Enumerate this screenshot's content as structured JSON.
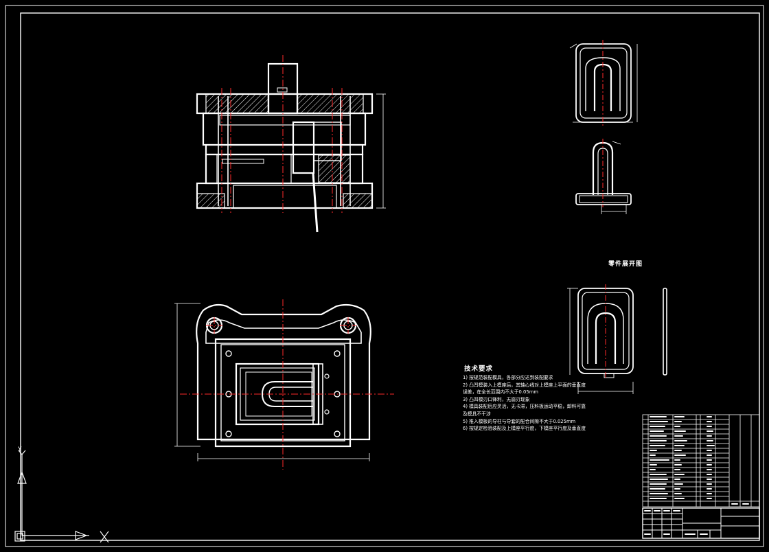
{
  "drawing": {
    "background": "#000000",
    "line_color": "#ffffff",
    "centerline_color": "#ff2a2a",
    "hatch_color": "#ffffff"
  },
  "technical_requirements": {
    "title": "技术要求",
    "items": [
      "1) 按规范装配模具，各部分应达到装配要求",
      "2) 凸凹模装入上模座后，其轴心线对上模座上平面的垂直度",
      "   误差，在全长范围内不大于0.05mm",
      "3) 凸凹模刃口锋利，无崩刃现象",
      "4) 模具装配后应灵活，无卡滞，压料板运动平稳，卸料可靠",
      "   及模具不干涉",
      "5) 推入模板的导柱与导套的配合间隙不大于0.025mm",
      "6) 按规定检验装配及上模座平行度，下模座平行度及垂直度"
    ]
  },
  "unfold_view_label": "零件展开图",
  "ucs": {
    "icon": "ucs-axis-icon",
    "y_label": "Y",
    "x_label": "X"
  }
}
